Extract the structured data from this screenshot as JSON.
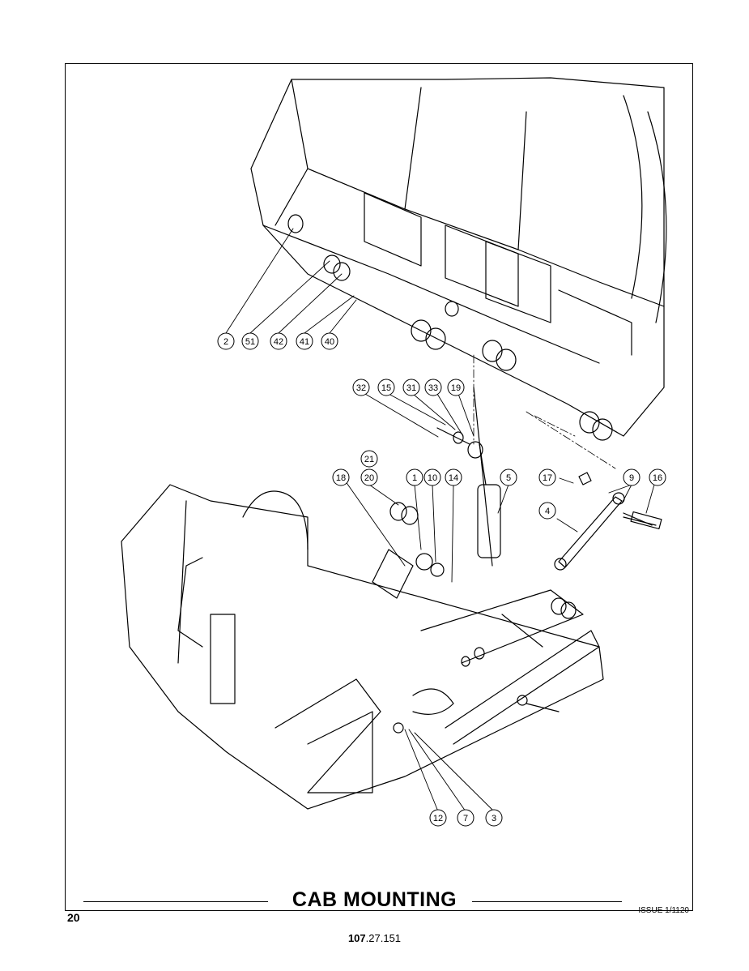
{
  "title": "CAB MOUNTING",
  "page_number": "20",
  "issue": "ISSUE 1/1120",
  "doc_number_bold": "107",
  "doc_number_rest": ".27.151",
  "callouts": [
    "2",
    "51",
    "42",
    "41",
    "40",
    "32",
    "15",
    "31",
    "33",
    "19",
    "21",
    "20",
    "18",
    "1",
    "10",
    "14",
    "5",
    "17",
    "9",
    "16",
    "4",
    "12",
    "7",
    "3"
  ]
}
